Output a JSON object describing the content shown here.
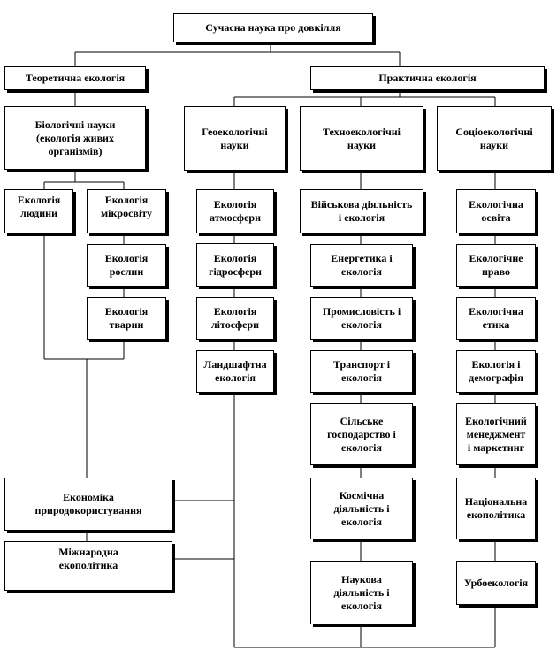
{
  "diagram": {
    "root": "Сучасна наука про довкілля",
    "theoretical": "Теоретична екологія",
    "practical": "Практична екологія",
    "biological": "Біологічні науки\n(екологія живих\nорганізмів)",
    "human_ecology": "Екологія\nлюдини",
    "microworld_ecology": "Екологія\nмікросвіту",
    "plant_ecology": "Екологія\nрослин",
    "animal_ecology": "Екологія\nтварин",
    "geo_sciences": "Геоекологічні\nнауки",
    "atmosphere": "Екологія\nатмосфери",
    "hydrosphere": "Екологія\nгідросфери",
    "lithosphere": "Екологія\nлітосфери",
    "landscape": "Ландшафтна\nекологія",
    "techno_sciences": "Техноекологічні\nнауки",
    "military": "Військова діяльність\nі екологія",
    "energy": "Енергетика і\nекологія",
    "industry": "Промисловість і\nекологія",
    "transport": "Транспорт і\nекологія",
    "agriculture": "Сільське\nгосподарство і\nекологія",
    "space": "Космічна\nдіяльність і\nекологія",
    "science": "Наукова\nдіяльність і\nекологія",
    "socio_sciences": "Соціоекологічні\nнауки",
    "education": "Екологічна\nосвіта",
    "law": "Екологічне\nправо",
    "ethics": "Екологічна\nетика",
    "demography": "Екологія і\nдемографія",
    "management": "Екологічний\nменеджмент\nі маркетинг",
    "national_policy": "Національна\nекополітика",
    "urban_ecology": "Урбоекологія",
    "economics": "Економіка\nприродокористування",
    "international_policy": "Міжнародна\nекополітика"
  }
}
